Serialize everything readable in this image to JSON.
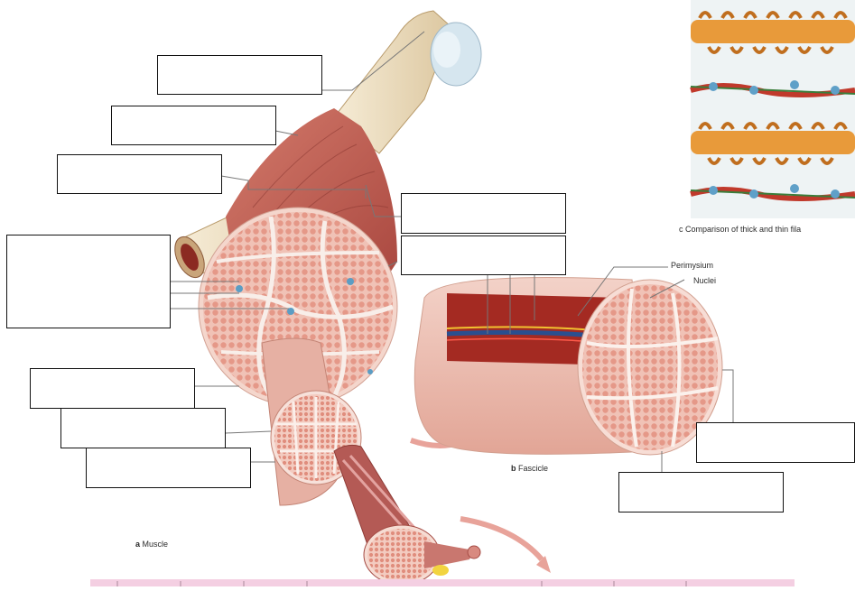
{
  "captions": {
    "muscle_letter": "a",
    "muscle": "Muscle",
    "fascicle_letter": "b",
    "fascicle": "Fascicle",
    "filaments_letter": "c",
    "filaments": "Comparison of thick and thin fila"
  },
  "labels": {
    "perimysium": "Perimysium",
    "nuclei": "Nuclei"
  },
  "answer_boxes": [
    "",
    "",
    "",
    "",
    "",
    "",
    "",
    "",
    "",
    "",
    "",
    ""
  ],
  "colors": {
    "bone": "#efe2c6",
    "muscle": "#c8685c",
    "muscle_dark": "#a9473f",
    "fiber_pink": "#e7a89a",
    "cartilage": "#cfe3ef",
    "thick_filament": "#e89a3a",
    "thin_filament_red": "#c0392b",
    "thin_filament_blue": "#5fa0c8",
    "label_line": "#666666"
  }
}
